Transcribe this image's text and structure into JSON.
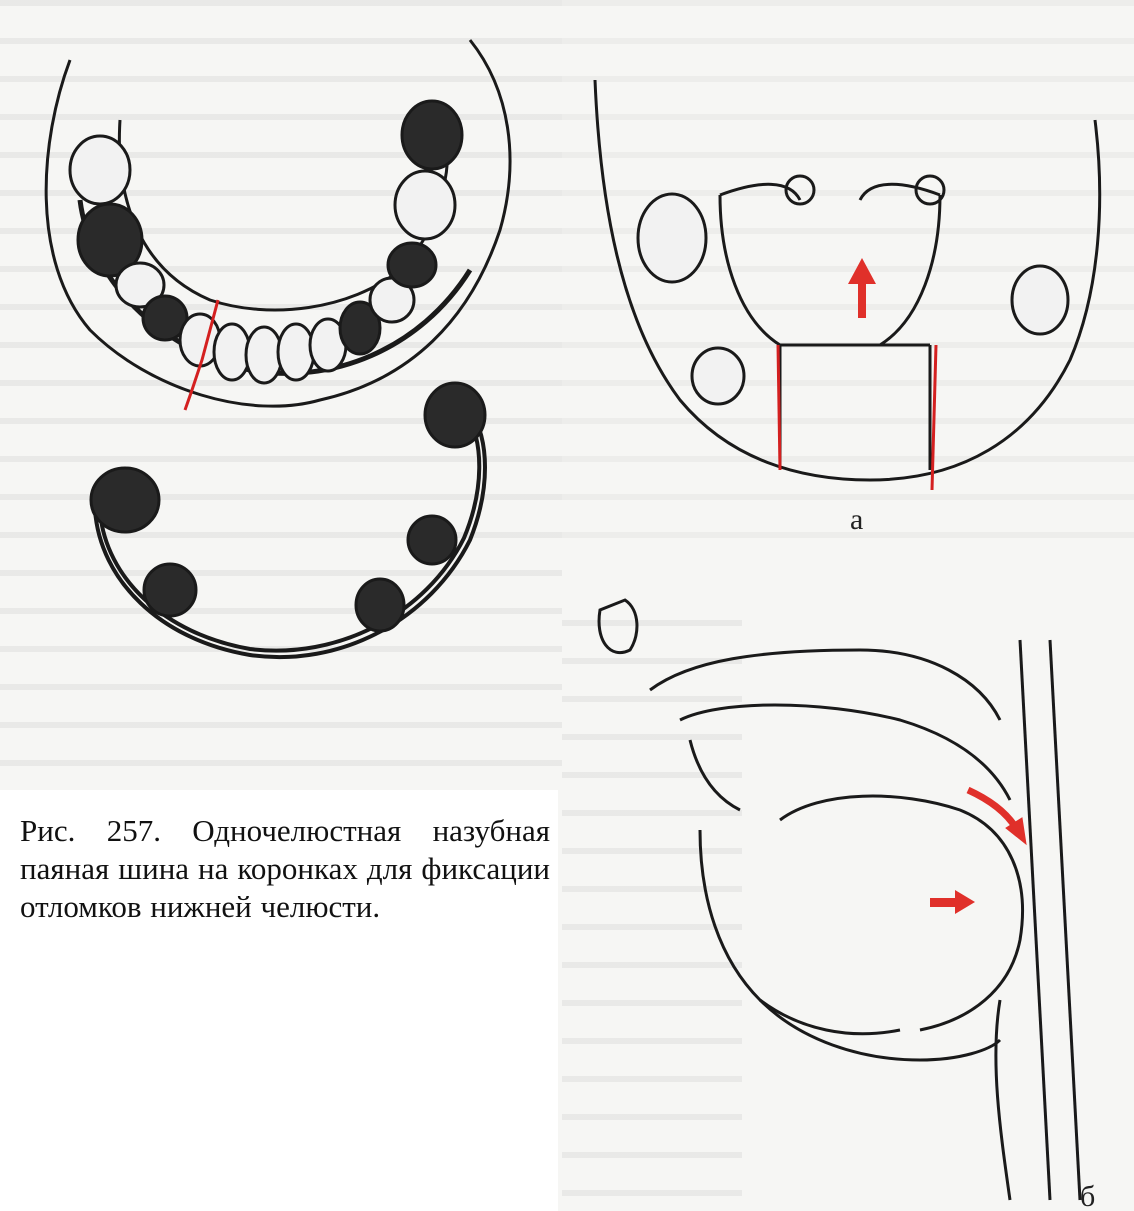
{
  "figure": {
    "caption": "Рис. 257. Одночелюстная назубная паяная шина на коронках для фиксации отломков нижней челюсти.",
    "panel_labels": {
      "a": "а",
      "b": "б"
    }
  },
  "colors": {
    "ink": "#1a1a1a",
    "fracture_line": "#d42020",
    "arrow": "#e0302a",
    "paper": "#f6f6f4"
  }
}
